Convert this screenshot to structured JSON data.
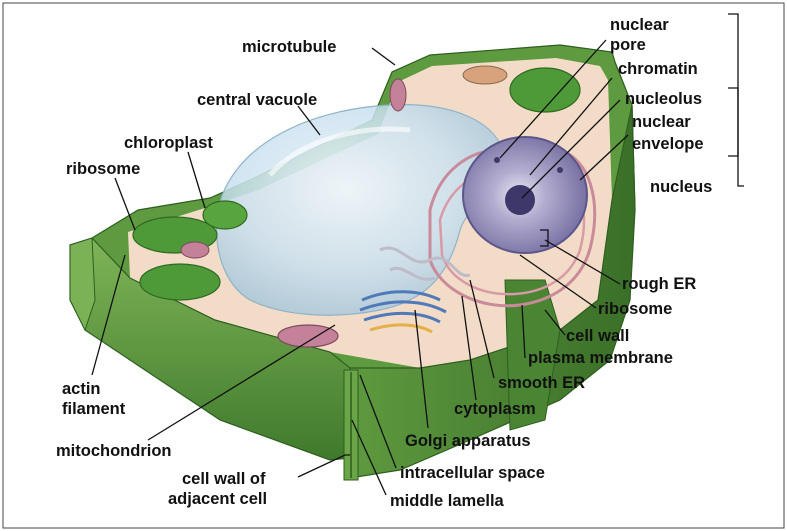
{
  "labels": {
    "microtubule": "microtubule",
    "central_vacuole": "central vacuole",
    "chloroplast": "chloroplast",
    "ribosome_left": "ribosome",
    "actin_filament_1": "actin",
    "actin_filament_2": "filament",
    "mitochondrion": "mitochondrion",
    "cell_wall_adjacent_1": "cell wall of",
    "cell_wall_adjacent_2": "adjacent cell",
    "nuclear_pore_1": "nuclear",
    "nuclear_pore_2": "pore",
    "chromatin": "chromatin",
    "nucleolus": "nucleolus",
    "nuclear_envelope_1": "nuclear",
    "nuclear_envelope_2": "envelope",
    "nucleus": "nucleus",
    "rough_er": "rough ER",
    "ribosome_right": "ribosome",
    "cell_wall": "cell wall",
    "plasma_membrane": "plasma membrane",
    "smooth_er": "smooth ER",
    "cytoplasm": "cytoplasm",
    "golgi_apparatus": "Golgi apparatus",
    "intracellular_space": "intracellular space",
    "middle_lamella": "middle lamella"
  },
  "colors": {
    "wall_dark": "#3f7a2c",
    "wall_mid": "#5e9a3f",
    "wall_light": "#8fbf62",
    "cytoplasm": "#f3dcc7",
    "vacuole": "#c9e0ef",
    "nucleus": "#8d86b5",
    "chloroplast": "#4f9a38",
    "mitochondrion": "#c3819a",
    "er": "#c98a9a",
    "golgi": "#4f79b8"
  }
}
